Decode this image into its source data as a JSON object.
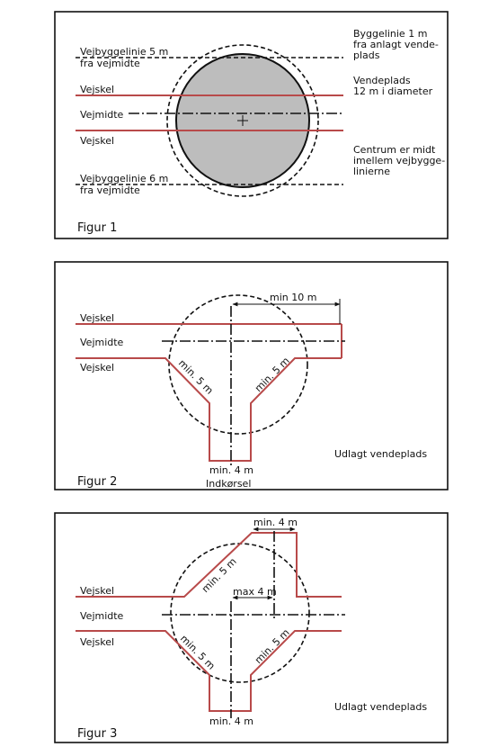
{
  "figure1": {
    "caption": "Figur 1",
    "left_labels": [
      "Vejbyggelinie 5 m",
      "fra vejmidte",
      "Vejskel",
      "Vejmidte",
      "Vejskel",
      "Vejbyggelinie 6 m",
      "fra vejmidte"
    ],
    "right_notes": {
      "building_line": [
        "Byggelinie 1 m",
        "fra anlagt vende-",
        "plads"
      ],
      "turning_place": [
        "Vendeplads",
        "12 m i diameter"
      ],
      "center": [
        "Centrum er midt",
        "imellem vejbygge-",
        "linierne"
      ]
    },
    "colors": {
      "road": "#b84a4a",
      "circle_fill": "#bdbdbd"
    }
  },
  "figure2": {
    "caption": "Figur 2",
    "left_labels": [
      "Vejskel",
      "Vejmidte",
      "Vejskel"
    ],
    "dim_top": "min 10 m",
    "diag_left": "min. 5 m",
    "diag_right": "min. 5 m",
    "bottom_dim": "min. 4 m",
    "bottom_label": "Indkørsel",
    "note": "Udlagt vendeplads"
  },
  "figure3": {
    "caption": "Figur 3",
    "left_labels": [
      "Vejskel",
      "Vejmidte",
      "Vejskel"
    ],
    "top_dim": "min. 4 m",
    "diag_upper": "min. 5 m",
    "max_dim": "max 4 m",
    "diag_lower_left": "min. 5 m",
    "diag_lower_right": "min. 5 m",
    "bottom_dim": "min. 4 m",
    "note": "Udlagt vendeplads"
  }
}
